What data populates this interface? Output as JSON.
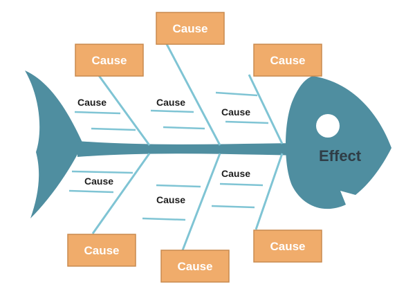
{
  "diagram": {
    "effect_label": "Effect",
    "colors": {
      "fish": "#4f8ea0",
      "bone": "#7fc4d4",
      "box_fill": "#f0ac6b",
      "box_border": "#c98a4e",
      "box_text": "#ffffff"
    },
    "cause_boxes": [
      {
        "label": "Cause"
      },
      {
        "label": "Cause"
      },
      {
        "label": "Cause"
      },
      {
        "label": "Cause"
      },
      {
        "label": "Cause"
      },
      {
        "label": "Cause"
      }
    ],
    "sub_causes": [
      {
        "label": "Cause"
      },
      {
        "label": "Cause"
      },
      {
        "label": "Cause"
      },
      {
        "label": "Cause"
      },
      {
        "label": "Cause"
      },
      {
        "label": "Cause"
      }
    ]
  }
}
